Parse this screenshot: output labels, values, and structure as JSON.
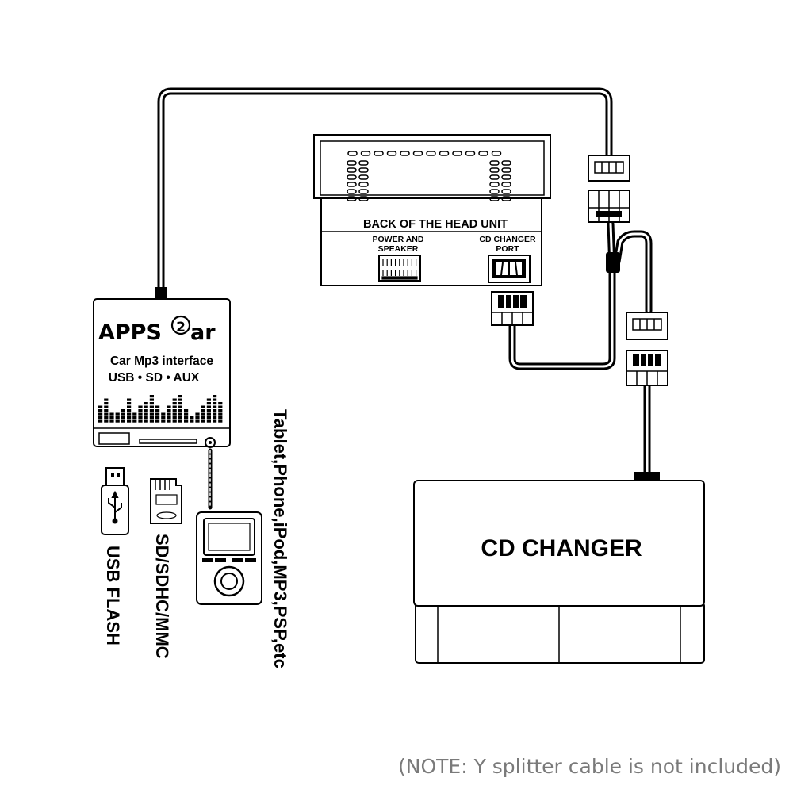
{
  "head_unit": {
    "title": "BACK OF THE HEAD UNIT",
    "power_speaker_line1": "POWER AND",
    "power_speaker_line2": "SPEAKER",
    "cd_port_line1": "CD CHANGER",
    "cd_port_line2": "PORT"
  },
  "interface": {
    "brand_prefix": "APPS",
    "brand_digit": "2",
    "brand_suffix": "ar",
    "title": "Car Mp3 interface",
    "ports": "USB • SD • AUX"
  },
  "cd_changer": {
    "label": "CD CHANGER"
  },
  "devices": {
    "usb_label": "USB FLASH",
    "sd_label": "SD/SDHC/MMC",
    "aux_label": "Tablet,Phone,iPod,MP3,PSP,etc"
  },
  "note": "(NOTE: Y splitter cable is not included)",
  "icons": [
    "usb-flash-icon",
    "sd-card-icon",
    "mp3-player-icon",
    "usb-symbol-icon"
  ]
}
